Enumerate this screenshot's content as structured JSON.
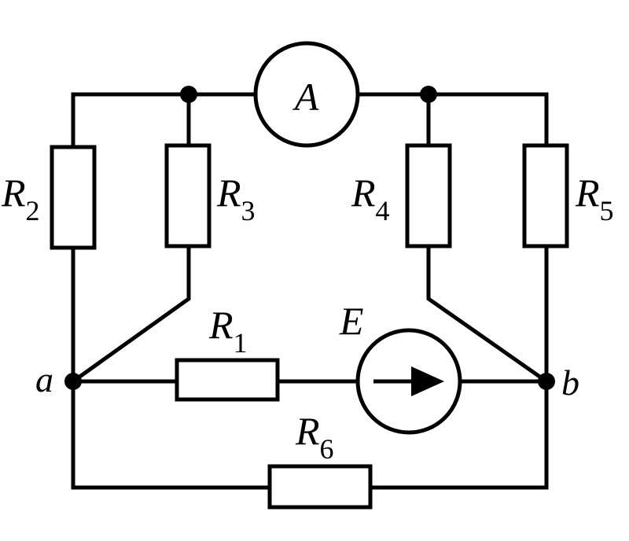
{
  "labels": {
    "r1": {
      "main": "R",
      "sub": "1"
    },
    "r2": {
      "main": "R",
      "sub": "2"
    },
    "r3": {
      "main": "R",
      "sub": "3"
    },
    "r4": {
      "main": "R",
      "sub": "4"
    },
    "r5": {
      "main": "R",
      "sub": "5"
    },
    "r6": {
      "main": "R",
      "sub": "6"
    },
    "ammeter": "A",
    "source": "E",
    "node_a": "a",
    "node_b": "b"
  }
}
